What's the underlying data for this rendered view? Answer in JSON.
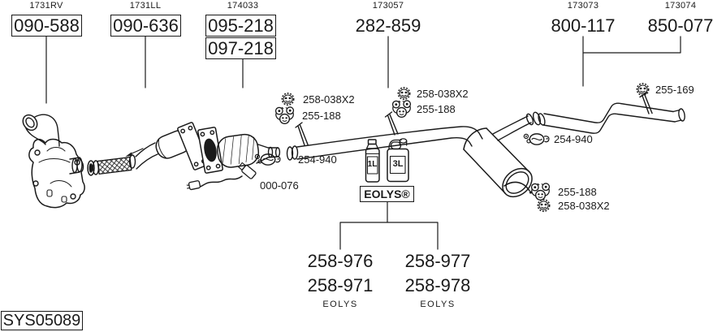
{
  "page": {
    "background": "#ffffff",
    "ink": "#1a1a1a"
  },
  "diagram_id": "SYS05089",
  "top_groups": [
    {
      "code": "1731RV",
      "parts": [
        "090-588"
      ],
      "boxed": true
    },
    {
      "code": "1731LL",
      "parts": [
        "090-636"
      ],
      "boxed": true
    },
    {
      "code": "174033",
      "parts": [
        "095-218",
        "097-218"
      ],
      "boxed": true
    },
    {
      "code": "173057",
      "parts": [
        "282-859"
      ],
      "boxed": false
    },
    {
      "code": "173073",
      "parts": [
        "800-117"
      ],
      "boxed": false
    },
    {
      "code": "173074",
      "parts": [
        "850-077"
      ],
      "boxed": false
    }
  ],
  "callouts": {
    "front_mount": {
      "icon": "grommet-icon",
      "part": "258-038X2"
    },
    "front_hanger": {
      "icon": "hanger-bracket-icon",
      "part": "255-188"
    },
    "front_clamp": {
      "icon": "clamp-icon",
      "part": "254-940"
    },
    "oxygen_sensor": {
      "part": "000-076"
    },
    "mid_mount": {
      "icon": "grommet-icon",
      "part": "258-038X2"
    },
    "mid_hanger": {
      "icon": "hanger-bracket-icon",
      "part": "255-188"
    },
    "rear_clamp": {
      "icon": "clamp-icon",
      "part": "254-940"
    },
    "rear_hanger": {
      "icon": "hanger-bracket-icon",
      "part": "255-188"
    },
    "rear_mount": {
      "icon": "grommet-icon",
      "part": "258-038X2"
    },
    "tail_mount": {
      "icon": "grommet-icon",
      "part": "255-169"
    }
  },
  "eolys": {
    "box_label": "EOLYS®",
    "bottles": {
      "small": "1L",
      "large": "3L"
    },
    "columns": [
      {
        "parts": [
          "258-976",
          "258-971"
        ],
        "brand": "EOLYS"
      },
      {
        "parts": [
          "258-977",
          "258-978"
        ],
        "brand": "EOLYS"
      }
    ]
  }
}
